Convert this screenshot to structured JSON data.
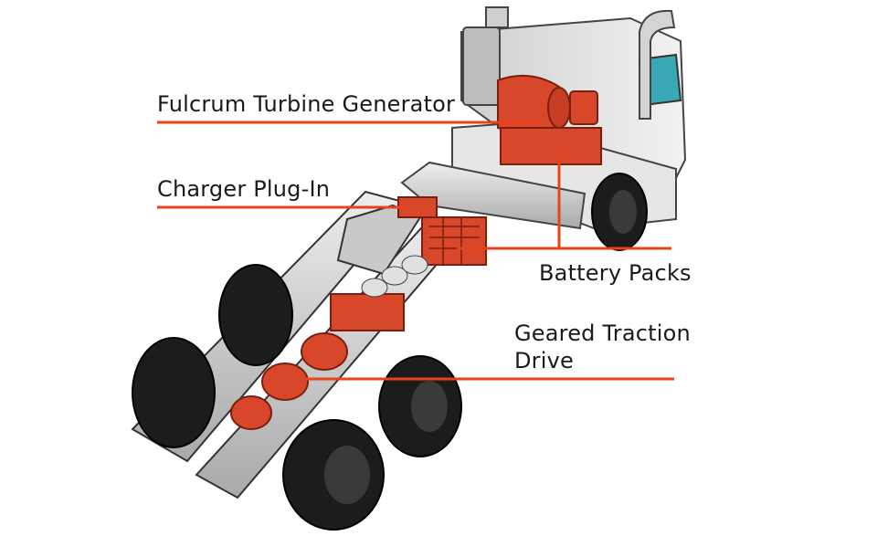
{
  "diagram": {
    "accent_color": "#e8431a",
    "component_color": "#d9472b",
    "frame_color": "#d6d6d6",
    "tire_color": "#1c1c1c",
    "callouts": [
      {
        "id": "turbine",
        "text": "Fulcrum Turbine Generator"
      },
      {
        "id": "charger",
        "text": "Charger Plug-In"
      },
      {
        "id": "battery",
        "text": "Battery Packs"
      },
      {
        "id": "traction",
        "lines": [
          "Geared Traction",
          "Drive"
        ]
      }
    ]
  }
}
